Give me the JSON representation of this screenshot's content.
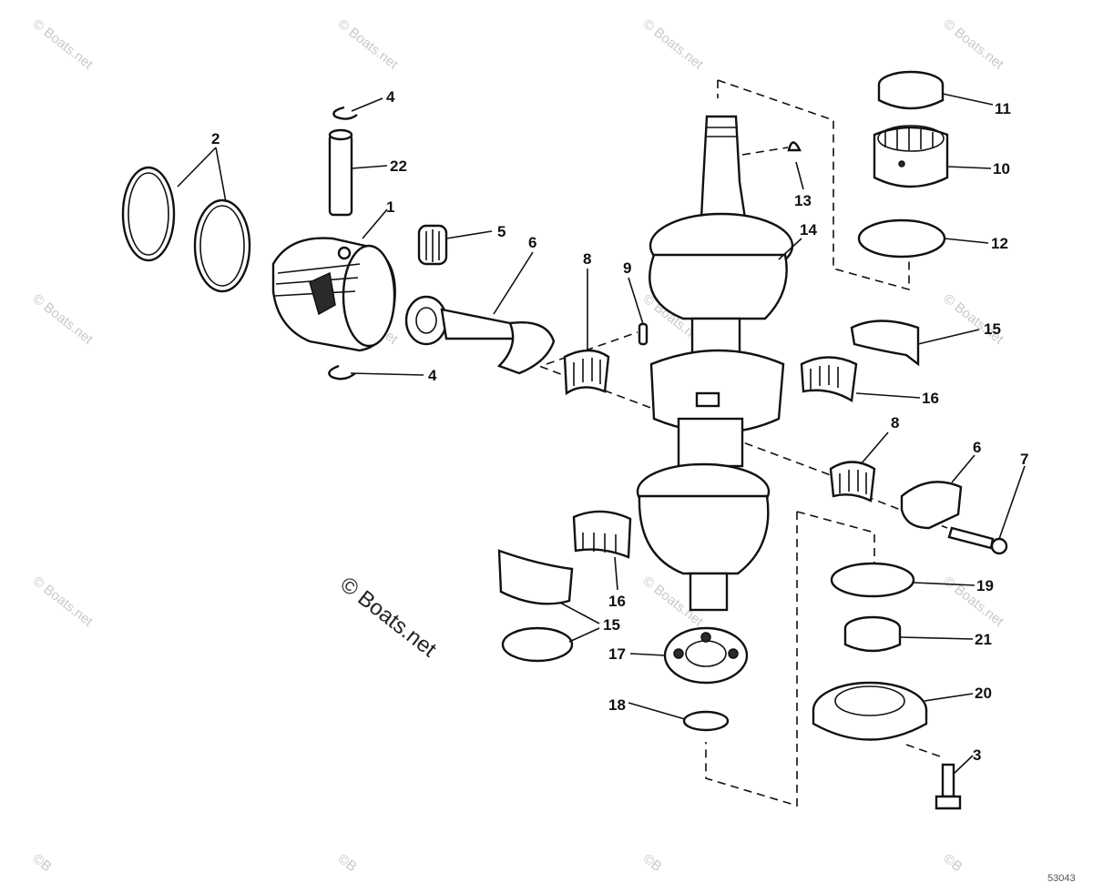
{
  "watermark": {
    "text": "© Boats.net",
    "center_text": "© Boats.net",
    "corner_fragment": "©B"
  },
  "drawing_code": "53043",
  "callouts": [
    "1",
    "2",
    "3",
    "4",
    "4",
    "5",
    "6",
    "6",
    "7",
    "8",
    "8",
    "9",
    "10",
    "11",
    "12",
    "13",
    "14",
    "15",
    "15",
    "16",
    "16",
    "17",
    "18",
    "19",
    "20",
    "21",
    "22"
  ],
  "parts": [
    "piston",
    "piston-rings",
    "cap-screw",
    "piston-pin-retainer",
    "needle-bearing",
    "connecting-rod",
    "rod-screw",
    "bearing-retainer",
    "dowel-pin",
    "needle-bearing-upper",
    "bearing-sleeve",
    "o-ring",
    "woodruff-key",
    "crankshaft",
    "center-bearing-ring",
    "center-bearing-cage",
    "ball-bearing",
    "retaining-ring",
    "o-ring-lower",
    "lower-bearing-housing",
    "seal",
    "piston-pin"
  ]
}
